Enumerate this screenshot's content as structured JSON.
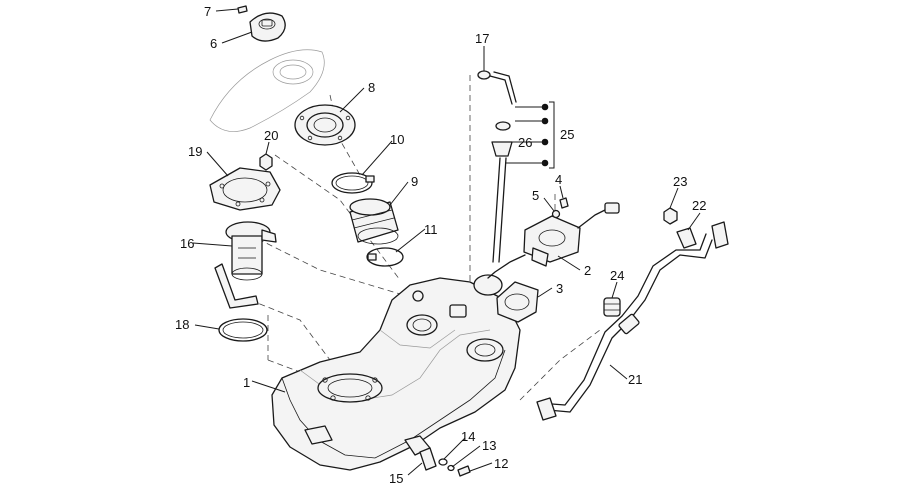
{
  "callouts": [
    {
      "id": "c1",
      "label": "1"
    },
    {
      "id": "c2",
      "label": "2"
    },
    {
      "id": "c3",
      "label": "3"
    },
    {
      "id": "c4",
      "label": "4"
    },
    {
      "id": "c5",
      "label": "5"
    },
    {
      "id": "c6",
      "label": "6"
    },
    {
      "id": "c7",
      "label": "7"
    },
    {
      "id": "c8",
      "label": "8"
    },
    {
      "id": "c9",
      "label": "9"
    },
    {
      "id": "c10",
      "label": "10"
    },
    {
      "id": "c11",
      "label": "11"
    },
    {
      "id": "c12",
      "label": "12"
    },
    {
      "id": "c13",
      "label": "13"
    },
    {
      "id": "c14",
      "label": "14"
    },
    {
      "id": "c15",
      "label": "15"
    },
    {
      "id": "c16",
      "label": "16"
    },
    {
      "id": "c17",
      "label": "17"
    },
    {
      "id": "c18",
      "label": "18"
    },
    {
      "id": "c19",
      "label": "19"
    },
    {
      "id": "c20",
      "label": "20"
    },
    {
      "id": "c21",
      "label": "21"
    },
    {
      "id": "c22",
      "label": "22"
    },
    {
      "id": "c23",
      "label": "23"
    },
    {
      "id": "c24",
      "label": "24"
    },
    {
      "id": "c25",
      "label": "25"
    },
    {
      "id": "c26",
      "label": "26"
    }
  ],
  "colors": {
    "line": "#1a1a1a",
    "background": "#ffffff",
    "ghost": "#9a9a9a"
  }
}
